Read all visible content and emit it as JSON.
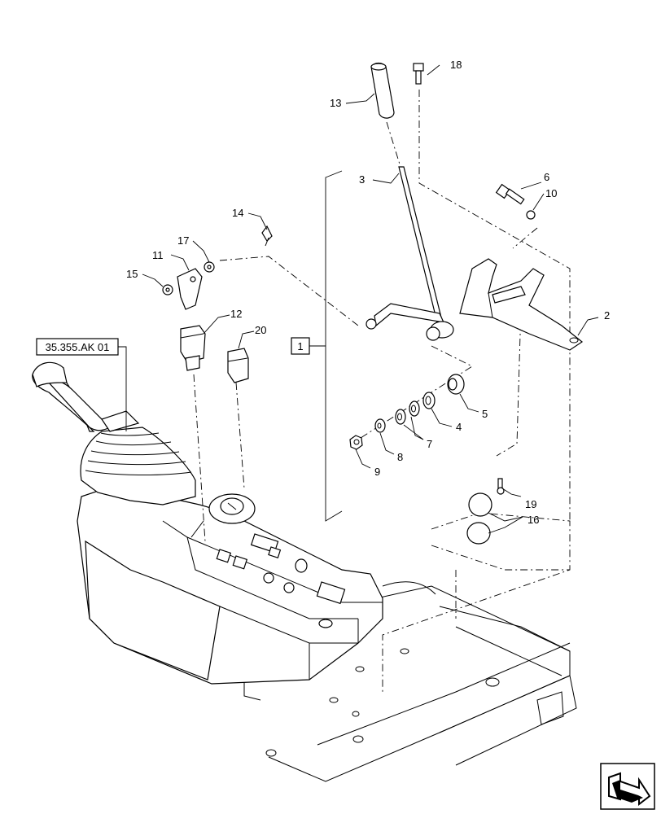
{
  "reference_label": "35.355.AK 01",
  "group_box_label": "1",
  "callouts": [
    {
      "id": "c2",
      "text": "2"
    },
    {
      "id": "c3",
      "text": "3"
    },
    {
      "id": "c4",
      "text": "4"
    },
    {
      "id": "c5",
      "text": "5"
    },
    {
      "id": "c6",
      "text": "6"
    },
    {
      "id": "c7",
      "text": "7"
    },
    {
      "id": "c8",
      "text": "8"
    },
    {
      "id": "c9",
      "text": "9"
    },
    {
      "id": "c10",
      "text": "10"
    },
    {
      "id": "c11",
      "text": "11"
    },
    {
      "id": "c12",
      "text": "12"
    },
    {
      "id": "c13",
      "text": "13"
    },
    {
      "id": "c14",
      "text": "14"
    },
    {
      "id": "c15",
      "text": "15"
    },
    {
      "id": "c16",
      "text": "16"
    },
    {
      "id": "c17",
      "text": "17"
    },
    {
      "id": "c18",
      "text": "18"
    },
    {
      "id": "c19",
      "text": "19"
    },
    {
      "id": "c20",
      "text": "20"
    }
  ],
  "nav_icon": "next-page-arrow-icon"
}
